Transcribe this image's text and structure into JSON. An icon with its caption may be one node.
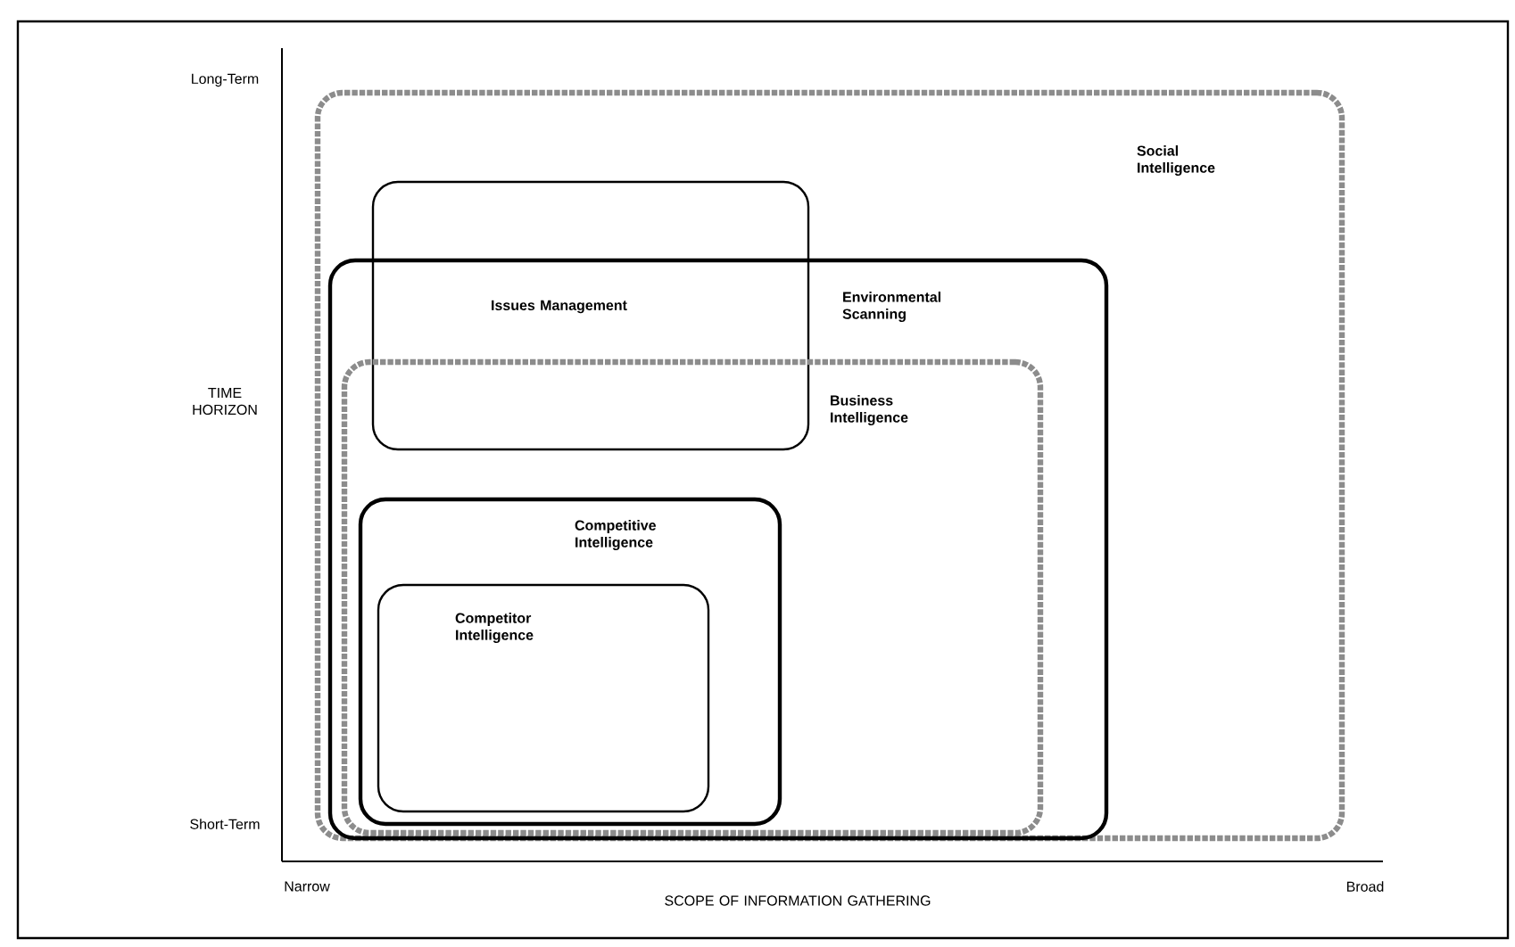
{
  "diagram": {
    "nodes": [
      {
        "text": [
          "Social Intelligence"
        ]
      },
      {
        "text": [
          "Environmental Scanning"
        ],
        "in": 0
      },
      {
        "text": [
          "Business Intelligence"
        ],
        "in": 1
      },
      {
        "text": [
          "Competitive Intelligence"
        ],
        "in": 2
      },
      {
        "text": [
          "Competitor Intelligence"
        ],
        "in": 3
      },
      {
        "text": [
          "Issues Management"
        ],
        "in": 0
      }
    ],
    "edges": [],
    "labels": [
      "Long-Term",
      "TIME HORIZON",
      "Short-Term",
      "Narrow",
      "SCOPE OF INFORMATION GATHERING",
      "Broad"
    ]
  }
}
